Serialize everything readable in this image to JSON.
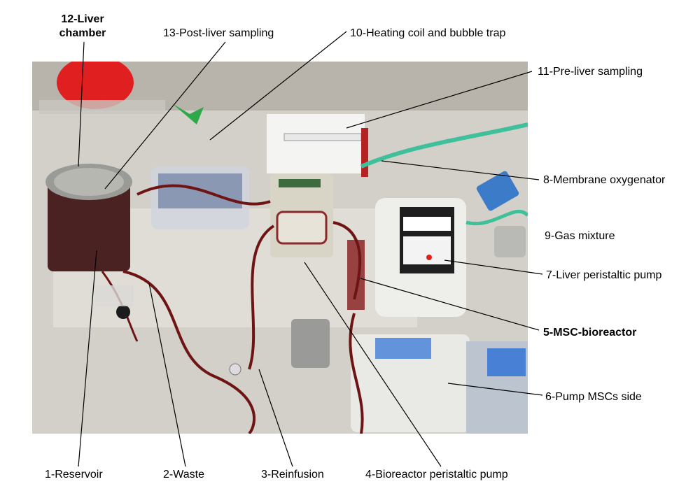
{
  "labels": {
    "l1": "1-Reservoir",
    "l2": "2-Waste",
    "l3": "3-Reinfusion",
    "l4": "4-Bioreactor peristaltic pump",
    "l5": "5-MSC-bioreactor",
    "l6": "6-Pump MSCs side",
    "l7": "7-Liver peristaltic pump",
    "l8": "8-Membrane oxygenator",
    "l9": "9-Gas mixture",
    "l10": "10-Heating coil and bubble trap",
    "l11": "11-Pre-liver sampling",
    "l12a": "12-Liver",
    "l12b": "chamber",
    "l13": "13-Post-liver sampling"
  },
  "colors": {
    "tubing": "#6e1414",
    "red_cap": "#e02020",
    "green_tube": "#3fbf9a",
    "device_white": "#eeeeea",
    "blue_accent": "#2a6fd6"
  }
}
